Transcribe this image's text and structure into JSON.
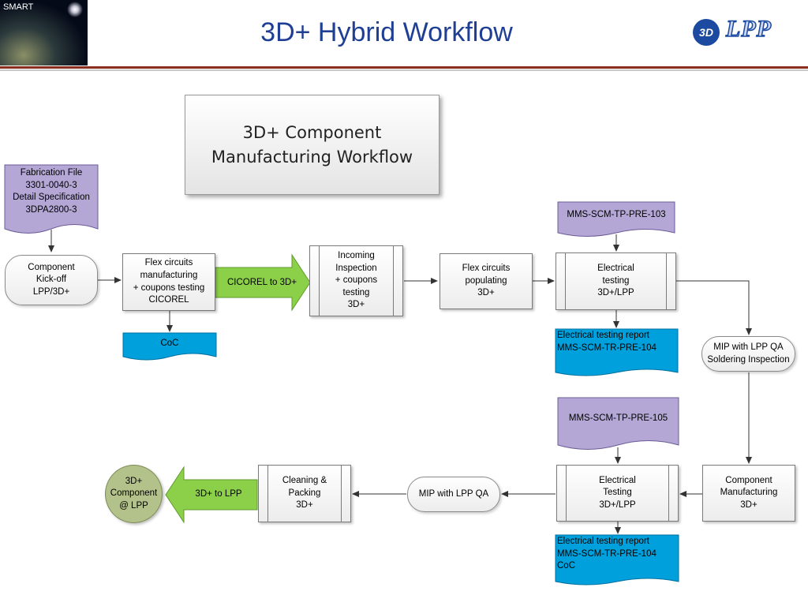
{
  "header": {
    "title": "3D+ Hybrid Workflow",
    "left_logo_label": "SMART",
    "right_logo_text": "LPP",
    "right_logo_mark": "3D"
  },
  "diagram": {
    "title": "3D+ Component\nManufacturing Workflow",
    "nodes": {
      "fabrication_file": "Fabrication File\n3301-0040-3\nDetail Specification\n3DPA2800-3",
      "kickoff": "Component\nKick-off\nLPP/3D+",
      "flex_manufacturing": "Flex circuits\nmanufacturing\n+ coupons testing\nCICOREL",
      "coc_doc": "CoC",
      "cicorel_arrow": "CICOREL to 3D+",
      "incoming_inspection": "Incoming\nInspection\n+ coupons\ntesting\n3D+",
      "flex_populating": "Flex circuits\npopulating\n3D+",
      "tp_103": "MMS-SCM-TP-PRE-103",
      "electrical_testing_1": "Electrical\ntesting\n3D+/LPP",
      "report_1": "Electrical testing report\nMMS-SCM-TR-PRE-104",
      "mip_soldering": "MIP with LPP QA\nSoldering Inspection",
      "tp_105": "MMS-SCM-TP-PRE-105",
      "component_manufacturing": "Component\nManufacturing\n3D+",
      "electrical_testing_2": "Electrical\nTesting\n3D+/LPP",
      "report_2": "Electrical testing report\nMMS-SCM-TR-PRE-104\nCoC",
      "mip_qa": "MIP with LPP QA",
      "cleaning_packing": "Cleaning &\nPacking\n3D+",
      "to_lpp_arrow": "3D+ to LPP",
      "final_component": "3D+\nComponent\n@ LPP"
    },
    "colors": {
      "header_title": "#1f3f94",
      "purple_doc": "#b4a7d6",
      "blue_doc": "#00a0dc",
      "green_arrow": "#8cd04a",
      "final_circle": "#b3c18a",
      "header_rule": "#8b2d1f"
    }
  }
}
